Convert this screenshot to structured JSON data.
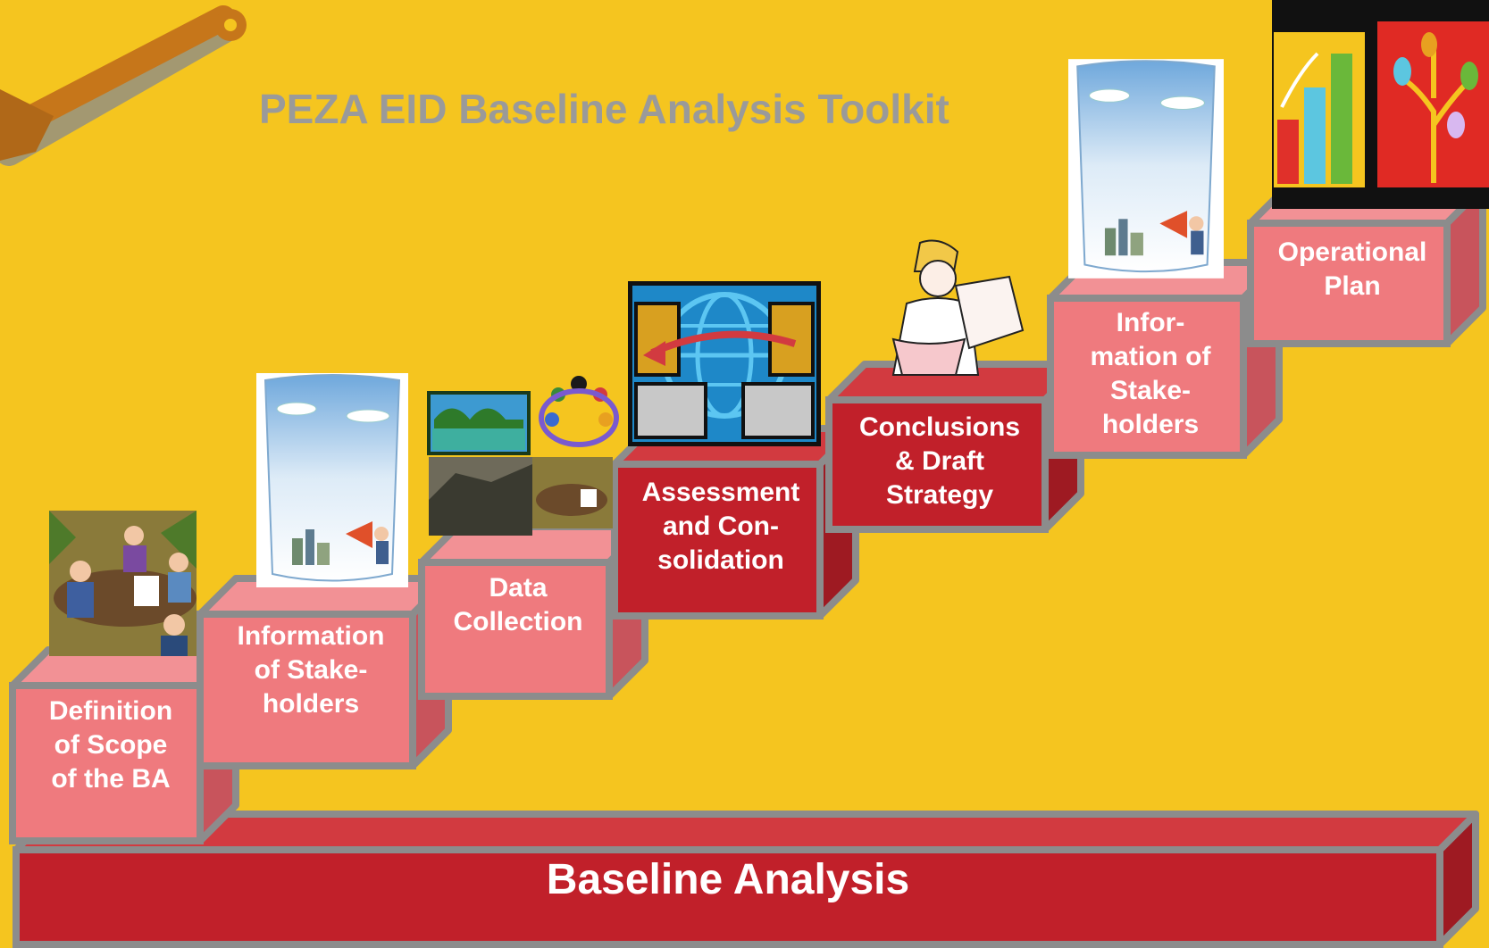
{
  "title": "PEZA EID Baseline Analysis Toolkit",
  "base_label": "Baseline Analysis",
  "steps": [
    {
      "label": "Definition\nof Scope\nof the BA",
      "icon": "meeting-clipart-icon"
    },
    {
      "label": "Information\nof Stake-\nholders",
      "icon": "scroll-megaphone-clipart-icon"
    },
    {
      "label": "Data\nCollection",
      "icon": "data-collection-collage-icon"
    },
    {
      "label": "Assessment\nand Con-\nsolidation",
      "icon": "computers-globe-icon"
    },
    {
      "label": "Conclusions\n& Draft\nStrategy",
      "icon": "woman-with-plans-clipart-icon"
    },
    {
      "label": "Infor-\nmation of\nStake-\nholders",
      "icon": "scroll-megaphone-clipart-icon"
    },
    {
      "label": "Operational\nPlan",
      "icon": "bar-chart-and-tree-icon"
    }
  ],
  "decor": {
    "logo_icon": "wrench-icon"
  },
  "colors": {
    "background": "#F5C51F",
    "light_step": "#EF7A7E",
    "dark_step": "#C1202A",
    "border": "#8C8C8C",
    "title": "#9A9A9A"
  }
}
